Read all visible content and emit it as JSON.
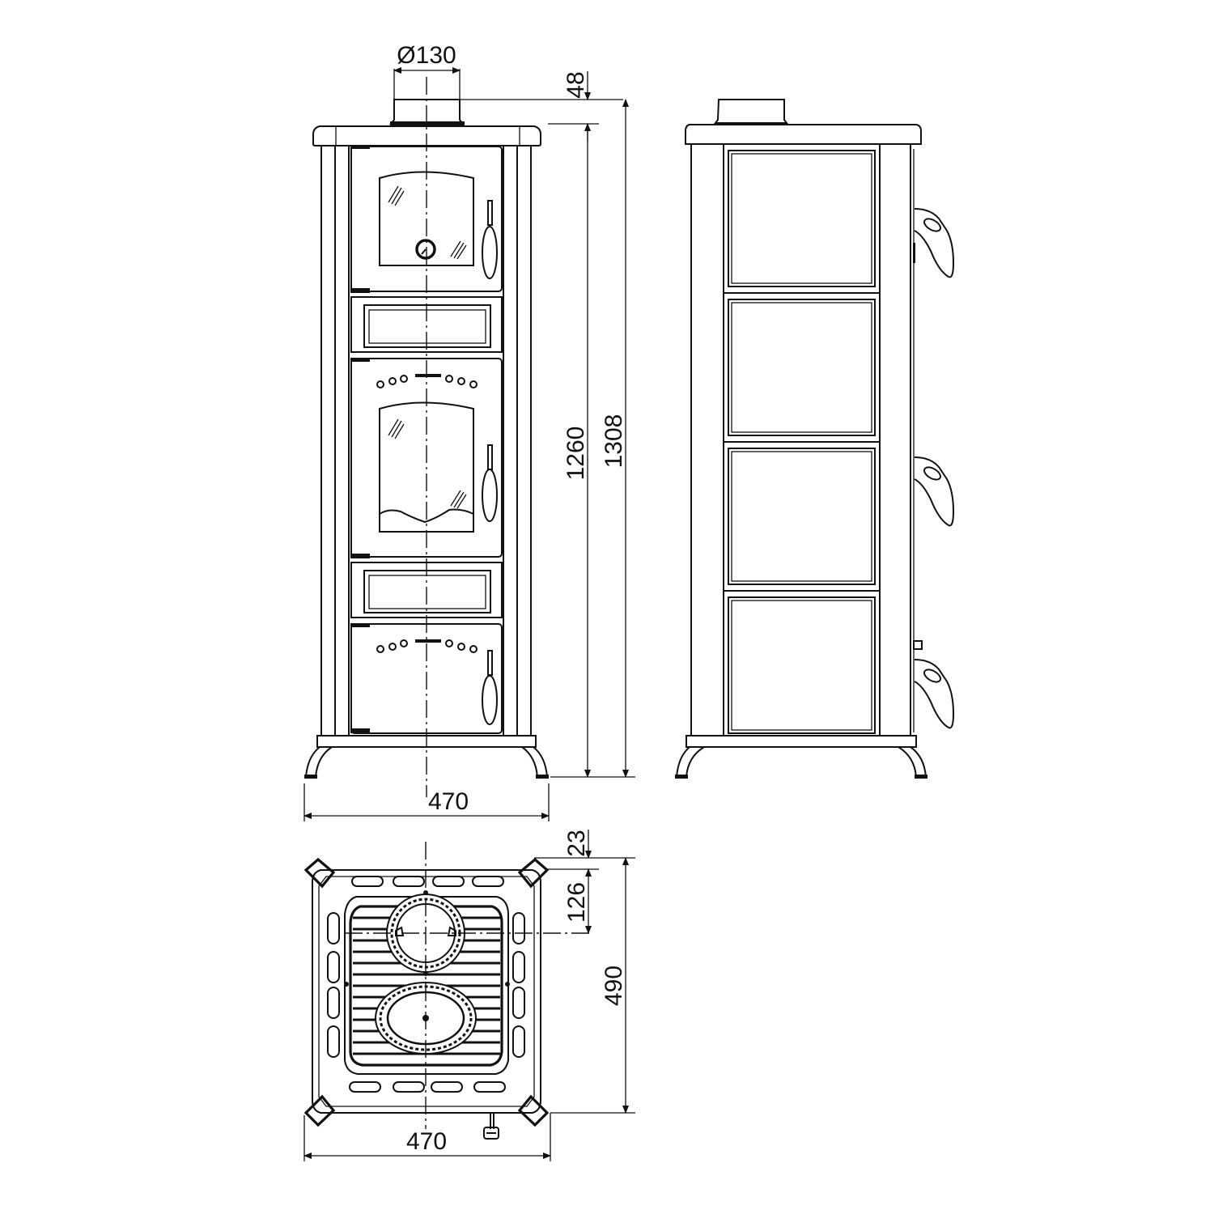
{
  "drawing": {
    "subject": "Free-standing wood cook stove technical drawing",
    "views": [
      "front-view",
      "side-view",
      "top-view"
    ],
    "units": "mm"
  },
  "dimensions": {
    "flue_diameter": "Ø130",
    "flue_height": "48",
    "body_height": "1260",
    "total_height": "1308",
    "front_width": "470",
    "top_offset": "23",
    "flue_center_offset": "126",
    "depth": "490",
    "top_width": "470"
  },
  "colors": {
    "line": "#111111",
    "background": "#ffffff"
  }
}
